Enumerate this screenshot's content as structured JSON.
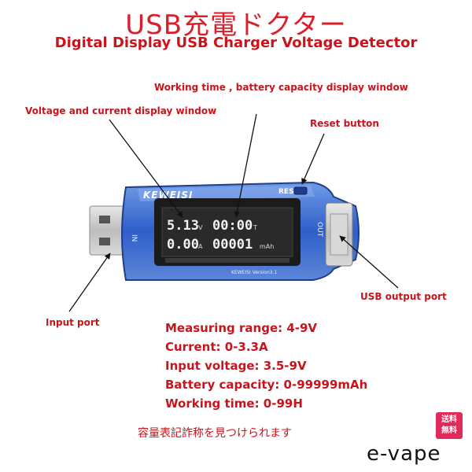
{
  "title_jp": "USB充電ドクター",
  "title_en": "Digital Display USB  Charger Voltage Detector",
  "callouts": {
    "working_time": "Working time , battery capacity display window",
    "voltage_current": "Voltage and current display window",
    "reset": "Reset button",
    "usb_output": "USB output port",
    "input_port": "Input port"
  },
  "device": {
    "brand_label": "KEWEISI",
    "reset_label": "RESET",
    "version_label": "KEWEISI  Version3.1",
    "in_label": "IN",
    "out_label": "OUT",
    "lcd": {
      "voltage": "5.13",
      "voltage_unit": "V",
      "time": "00:00",
      "time_unit": "T",
      "current": "0.00",
      "current_unit": "A",
      "capacity": "00001",
      "capacity_unit": "mAh"
    }
  },
  "specs": [
    "Measuring range: 4-9V",
    "Current: 0-3.3A",
    "Input voltage: 3.5-9V",
    "Battery capacity: 0-99999mAh",
    "Working time: 0-99H"
  ],
  "note_jp": "容量表記詐称を見つけられます",
  "badge": [
    "送料",
    "無料"
  ],
  "store_brand": "e-vape",
  "colors": {
    "accent_red": "#c8141c",
    "badge_pink": "#e02a5a",
    "device_blue": "#2f5fc8"
  }
}
